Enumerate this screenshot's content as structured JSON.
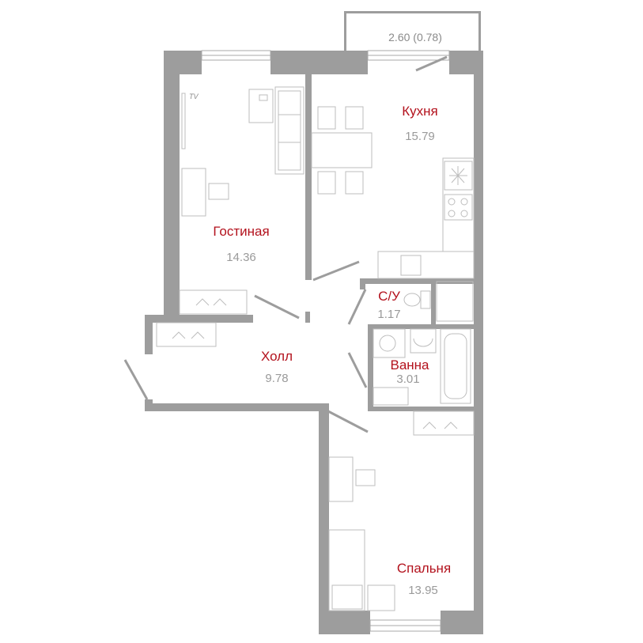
{
  "balcony": {
    "label": "2.60  (0.78)"
  },
  "rooms": {
    "kitchen": {
      "name": "Кухня",
      "area": "15.79"
    },
    "living": {
      "name": "Гостиная",
      "area": "14.36"
    },
    "wc": {
      "name": "С/У",
      "area": "1.17"
    },
    "hall": {
      "name": "Холл",
      "area": "9.78"
    },
    "bath": {
      "name": "Ванна",
      "area": "3.01"
    },
    "bedroom": {
      "name": "Спальня",
      "area": "13.95"
    }
  },
  "tv_label": "TV",
  "colors": {
    "wall": "#9d9d9d",
    "room_name": "#b3121d",
    "room_area": "#9a9a9a",
    "furniture": "#bdbdbd"
  }
}
